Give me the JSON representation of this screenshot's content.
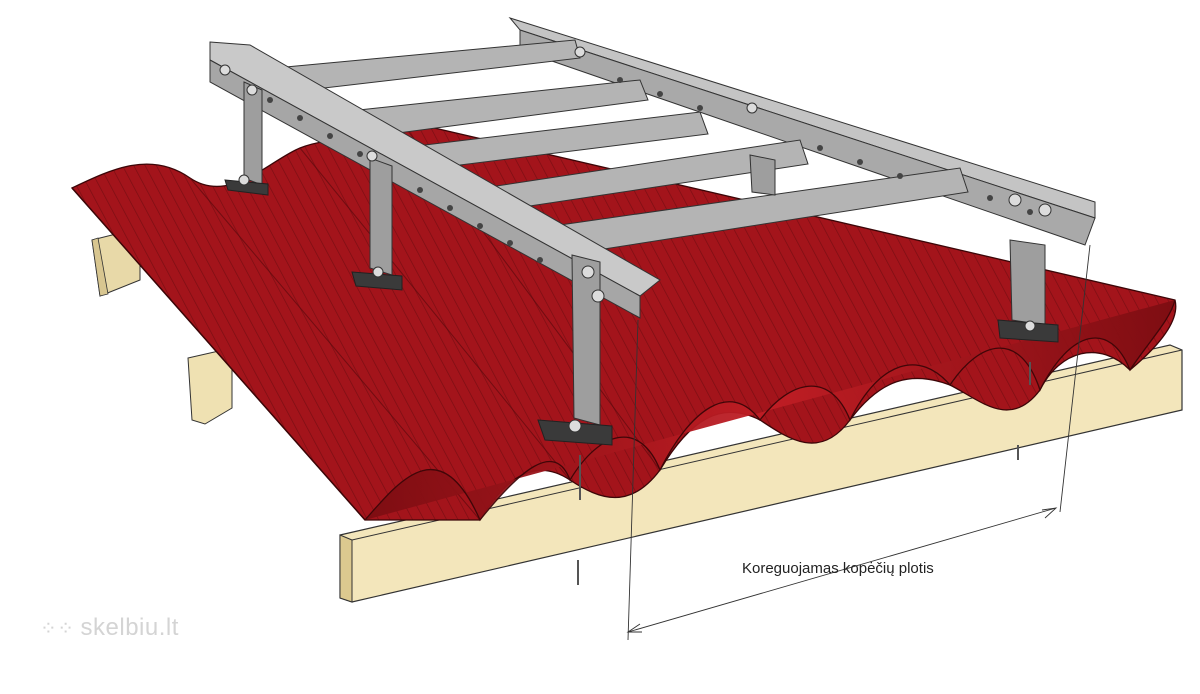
{
  "dimension_label": "Koreguojamas kopėčių plotis",
  "watermark": {
    "text": "skelbiu.lt",
    "logo_icon": "dotted-flower-logo"
  },
  "colors": {
    "roof_sheet": "#a3141b",
    "roof_sheet_dark": "#5c0a0e",
    "timber": "#f1e3b4",
    "timber_edge": "#d8c690",
    "steel": "#b9b9b9",
    "steel_dark": "#8a8a8a",
    "bracket_pad": "#3a3a3a"
  }
}
